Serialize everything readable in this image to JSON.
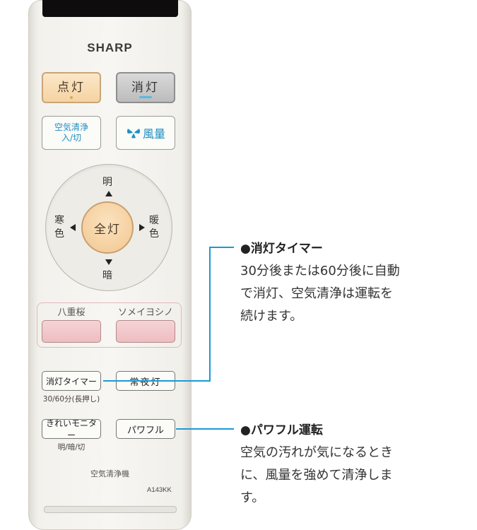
{
  "remote": {
    "brand": "SHARP",
    "buttons": {
      "light_on": "点灯",
      "light_off": "消灯",
      "air_purifier_line1": "空気清浄",
      "air_purifier_line2": "入/切",
      "fan_volume": "風量",
      "dial_center": "全灯",
      "dial_up": "明",
      "dial_down": "暗",
      "dial_left_line1": "寒",
      "dial_left_line2": "色",
      "dial_right_line1": "暖",
      "dial_right_line2": "色",
      "preset_1_label": "八重桜",
      "preset_2_label": "ソメイヨシノ",
      "off_timer": "消灯タイマー",
      "off_timer_caption": "30/60分(長押し)",
      "night_light": "常夜灯",
      "clean_monitor": "きれいモニター",
      "clean_monitor_caption": "明/暗/切",
      "powerful": "パワフル"
    },
    "footer_label": "空気清浄機",
    "model": "A143KK"
  },
  "annotations": [
    {
      "title": "●消灯タイマー",
      "lines": [
        "30分後または60分後に自動",
        "で消灯、空気清浄は運転を",
        "続けます。"
      ]
    },
    {
      "title": "●パワフル運転",
      "lines": [
        "空気の汚れが気になるとき",
        "に、風量を強めて清浄しま",
        "す。"
      ]
    }
  ],
  "colors": {
    "accent": "#1a9bd7",
    "on_button": "#f6d3a2",
    "preset_button": "#eebdc1"
  }
}
